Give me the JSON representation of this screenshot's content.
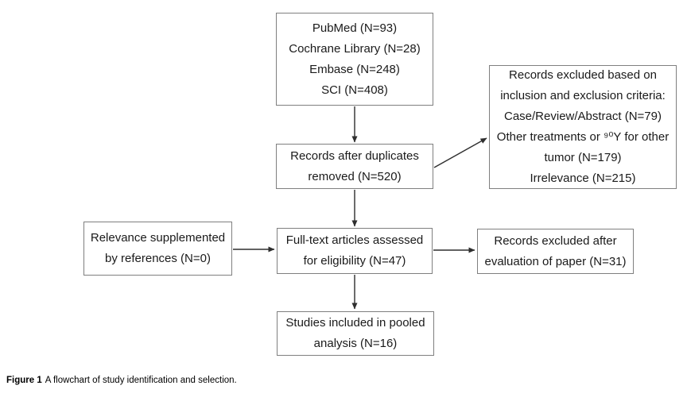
{
  "figure": {
    "caption_label": "Figure 1",
    "caption_text": "A flowchart of study identification and selection."
  },
  "boxes": {
    "sources": {
      "lines": [
        "PubMed (N=93)",
        "Cochrane Library (N=28)",
        "Embase (N=248)",
        "SCI (N=408)"
      ]
    },
    "duplicates_removed": {
      "lines": [
        "Records after duplicates",
        "removed (N=520)"
      ]
    },
    "records_excluded_criteria": {
      "lines": [
        "Records excluded based on",
        "inclusion and exclusion criteria:",
        "Case/Review/Abstract (N=79)",
        "Other treatments or ⁹⁰Y for other",
        "tumor (N=179)",
        "Irrelevance (N=215)"
      ]
    },
    "relevance_supplemented": {
      "lines": [
        "Relevance supplemented",
        "by references (N=0)"
      ]
    },
    "full_text_assessed": {
      "lines": [
        "Full-text articles assessed",
        "for eligibility (N=47)"
      ]
    },
    "records_excluded_evaluation": {
      "lines": [
        "Records excluded after",
        "evaluation of paper (N=31)"
      ]
    },
    "studies_included": {
      "lines": [
        "Studies included in pooled",
        "analysis (N=16)"
      ]
    }
  },
  "colors": {
    "background": "#ffffff",
    "box_border": "#7f7f7f",
    "arrow": "#2e2e2e",
    "text": "#1a1a1a"
  }
}
